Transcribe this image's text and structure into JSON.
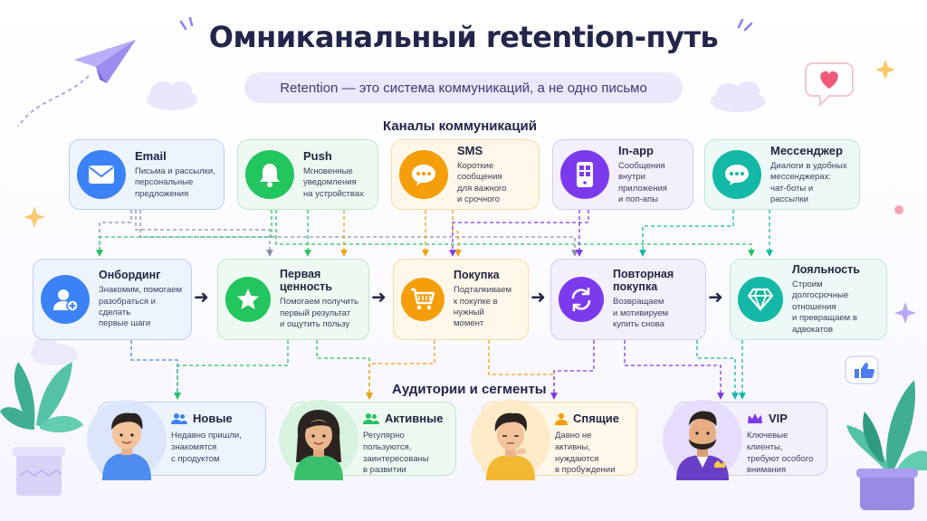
{
  "title": "Омниканальный retention-путь",
  "subtitle": "Retention — это система коммуникаций, а не одно письмо",
  "channels_label": "Каналы коммуникаций",
  "audiences_label": "Аудитории и сегменты",
  "channels": [
    {
      "title": "Email",
      "desc": "Письма и рассылки,\nперсональные\nпредложения",
      "color": "#3b82f6"
    },
    {
      "title": "Push",
      "desc": "Мгновенные\nуведомления\nна устройствах",
      "color": "#22c55e"
    },
    {
      "title": "SMS",
      "desc": "Короткие сообщения\nдля важного\nи срочного",
      "color": "#f59e0b"
    },
    {
      "title": "In-app",
      "desc": "Сообщения внутри\nприложения\nи поп-апы",
      "color": "#7c3aed"
    },
    {
      "title": "Мессенджер",
      "desc": "Диалоги в удобных\nмессенджерах:\nчат-боты и рассылки",
      "color": "#14b8a6"
    }
  ],
  "stages": [
    {
      "title": "Онбординг",
      "desc": "Знакомим, помогаем\nразобраться и сделать\nпервые шаги",
      "color": "#3b82f6"
    },
    {
      "title": "Первая ценность",
      "desc": "Помогаем получить\nпервый результат\nи ощутить пользу",
      "color": "#22c55e"
    },
    {
      "title": "Покупка",
      "desc": "Подталкиваем\nк покупке в нужный\nмомент",
      "color": "#f59e0b"
    },
    {
      "title": "Повторная покупка",
      "desc": "Возвращаем\nи мотивируем\nкупить снова",
      "color": "#7c3aed"
    },
    {
      "title": "Лояльность",
      "desc": "Строим долгосрочные\nотношения\nи превращаем в адвокатов",
      "color": "#14b8a6"
    }
  ],
  "audiences": [
    {
      "title": "Новые",
      "desc": "Недавно пришли,\nзнакомятся\nс продуктом",
      "color": "#3b82f6"
    },
    {
      "title": "Активные",
      "desc": "Регулярно пользуются,\nзаинтересованы\nв развитии",
      "color": "#22c55e"
    },
    {
      "title": "Спящие",
      "desc": "Давно не активны,\nнуждаются\nв пробуждении",
      "color": "#f59e0b"
    },
    {
      "title": "VIP",
      "desc": "Ключевые клиенты,\nтребуют особого\nвнимания",
      "color": "#7c3aed"
    }
  ]
}
